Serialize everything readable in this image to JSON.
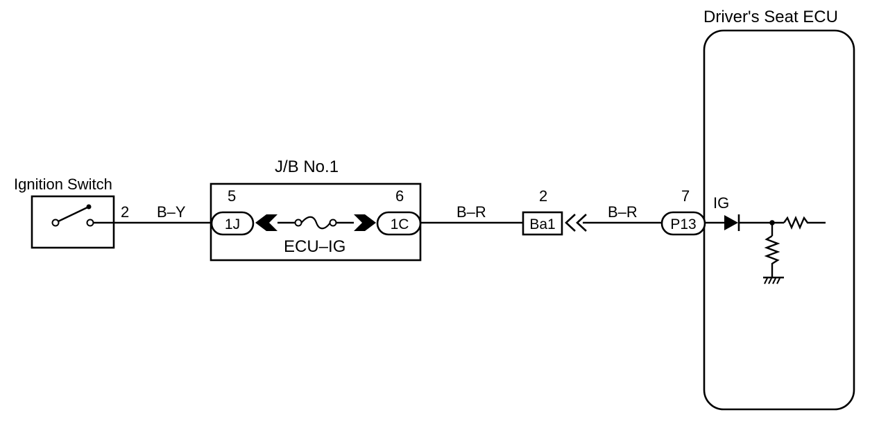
{
  "ignition_switch": {
    "label": "Ignition Switch",
    "pin": "2"
  },
  "wire_1": {
    "color_code": "B–Y"
  },
  "junction_block": {
    "label": "J/B No.1",
    "fuse_label": "ECU–IG",
    "left_connector": {
      "id": "1J",
      "pin": "5"
    },
    "right_connector": {
      "id": "1C",
      "pin": "6"
    }
  },
  "wire_2": {
    "color_code": "B–R"
  },
  "inline_connector": {
    "id": "Ba1",
    "pin": "2"
  },
  "wire_3": {
    "color_code": "B–R"
  },
  "ecu": {
    "label": "Driver's Seat ECU",
    "connector": {
      "id": "P13",
      "pin": "7"
    },
    "terminal_label": "IG"
  }
}
